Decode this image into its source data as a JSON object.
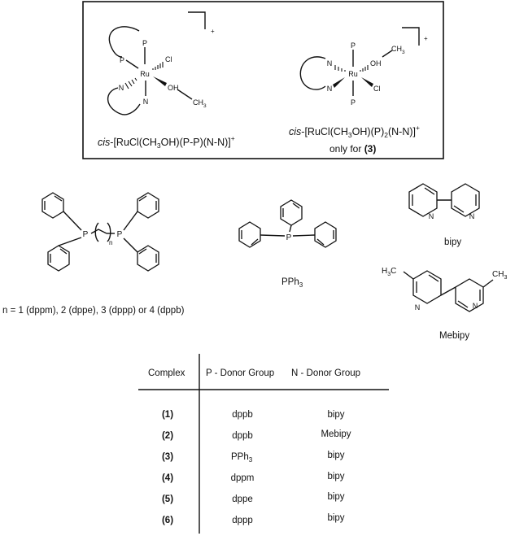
{
  "box": {
    "complex_a": {
      "atoms": {
        "p1": "P",
        "p2": "P",
        "cl": "Cl",
        "ru": "Ru",
        "n1": "N",
        "n2": "N",
        "oh": "OH",
        "ch3": "CH",
        "ch3_sub": "3"
      },
      "charge": "+",
      "formula": {
        "italic": "cis",
        "rest": "-[RuCl(CH",
        "s1": "3",
        "rest2": "OH)(P-P)(N-N)]",
        "sup": "+"
      }
    },
    "complex_b": {
      "atoms": {
        "p1": "P",
        "p2": "P",
        "n1": "N",
        "n2": "N",
        "ru": "Ru",
        "oh": "OH",
        "ch3": "CH",
        "ch3_sub": "3",
        "cl": "Cl"
      },
      "charge": "+",
      "formula": {
        "italic": "cis",
        "rest": "-[RuCl(CH",
        "s1": "3",
        "rest2": "OH)(P)",
        "s2": "2",
        "rest3": "(N-N)]",
        "sup": "+"
      },
      "note": {
        "prefix": "only for ",
        "num": "(3)"
      }
    }
  },
  "ligands": {
    "diphosphine": {
      "p_left": "P",
      "p_right": "P",
      "n_sub": "n",
      "caption": "n = 1 (dppm), 2 (dppe), 3 (dppp) or 4 (dppb)"
    },
    "pph3": {
      "p": "P",
      "caption_main": "PPh",
      "caption_sub": "3"
    },
    "bipy": {
      "n1": "N",
      "n2": "N",
      "caption": "bipy"
    },
    "mebipy": {
      "n1": "N",
      "n2": "N",
      "me_left": "H",
      "me_left_sub": "3",
      "me_left_c": "C",
      "me_right": "CH",
      "me_right_sub": "3",
      "caption": "Mebipy"
    }
  },
  "table": {
    "headers": [
      "Complex",
      "P - Donor Group",
      "N - Donor Group"
    ],
    "rows": [
      {
        "complex": "(1)",
        "p": "dppb",
        "n": "bipy"
      },
      {
        "complex": "(2)",
        "p": "dppb",
        "n": "Mebipy"
      },
      {
        "complex": "(3)",
        "p": "PPh",
        "p_sub": "3",
        "n": "bipy"
      },
      {
        "complex": "(4)",
        "p": "dppm",
        "n": "bipy"
      },
      {
        "complex": "(5)",
        "p": "dppe",
        "n": "bipy"
      },
      {
        "complex": "(6)",
        "p": "dppp",
        "n": "bipy"
      }
    ]
  }
}
